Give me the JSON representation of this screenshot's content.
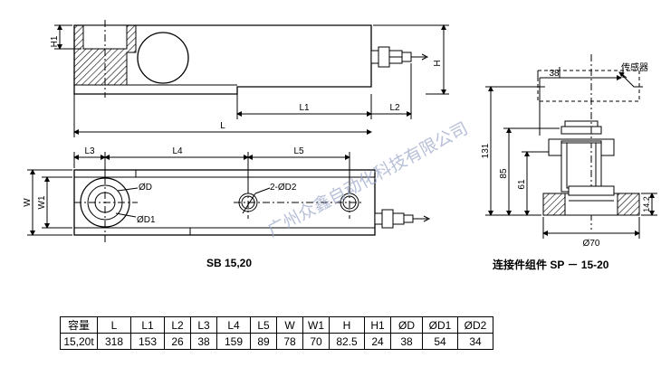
{
  "drawing": {
    "side_view": {
      "dims": {
        "H1": "H1",
        "H": "H",
        "L1": "L1",
        "L2": "L2",
        "L": "L"
      }
    },
    "top_view": {
      "dims": {
        "L3": "L3",
        "L4": "L4",
        "L5": "L5",
        "W": "W",
        "W1": "W1"
      },
      "labels": {
        "D": "ØD",
        "D1": "ØD1",
        "D2": "2-ØD2"
      }
    },
    "assembly_view": {
      "dims": {
        "d38": "38",
        "d131": "131",
        "d85": "85",
        "d61": "61",
        "d14": "14.2",
        "d70": "Ø70"
      },
      "sensor_label": "传感器"
    },
    "watermark": "广州众鑫自动化科技有限公司"
  },
  "captions": {
    "left": "SB 15,20",
    "right": "连接件组件 SP － 15-20"
  },
  "table": {
    "headers": [
      "容量",
      "L",
      "L1",
      "L2",
      "L3",
      "L4",
      "L5",
      "W",
      "W1",
      "H",
      "H1",
      "ØD",
      "ØD1",
      "ØD2"
    ],
    "row": [
      "15,20t",
      "318",
      "153",
      "26",
      "38",
      "159",
      "89",
      "78",
      "70",
      "82.5",
      "24",
      "38",
      "54",
      "34"
    ]
  }
}
